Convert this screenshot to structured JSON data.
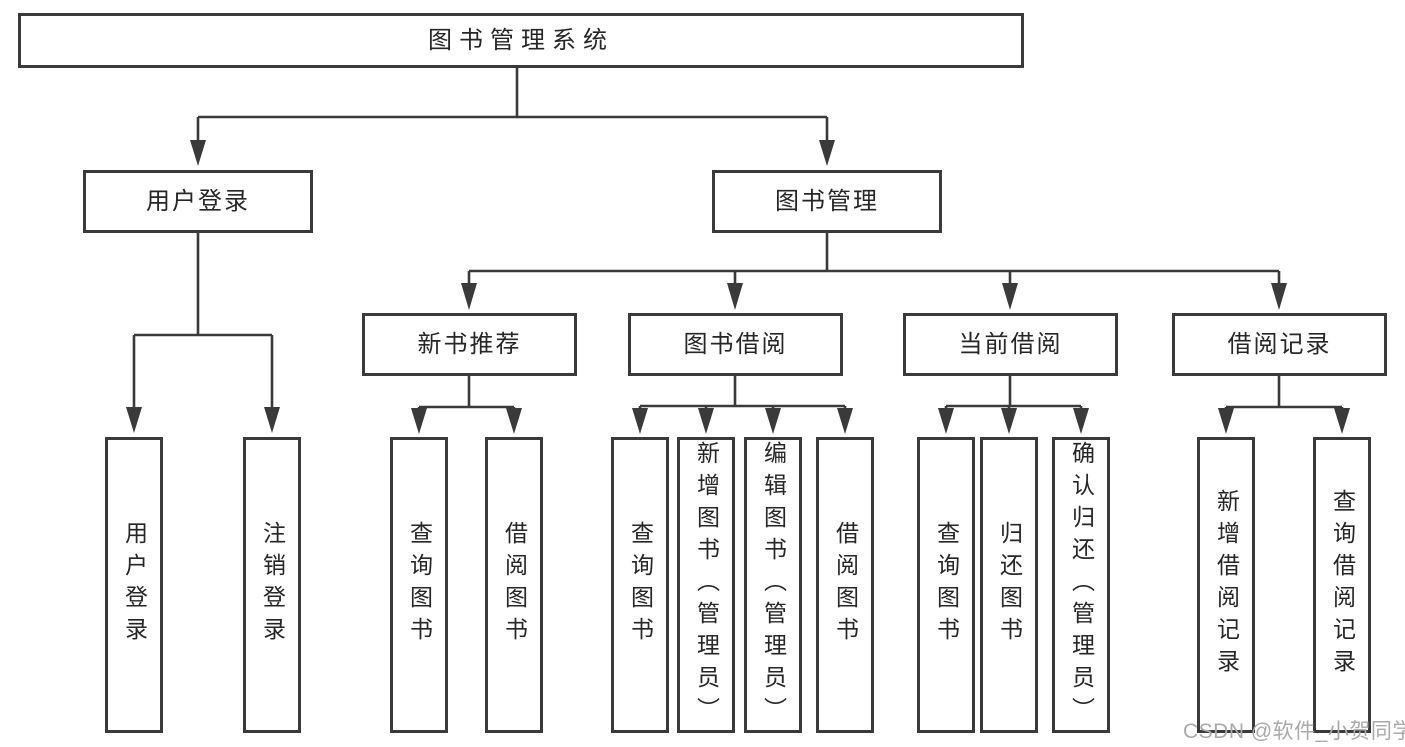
{
  "diagram": {
    "root": {
      "label": "图书管理系统"
    },
    "branches": [
      {
        "label": "用户登录",
        "children": [
          {
            "label": "用户登录"
          },
          {
            "label": "注销登录"
          }
        ]
      },
      {
        "label": "图书管理",
        "children": [
          {
            "label": "新书推荐",
            "children": [
              {
                "label": "查询图书"
              },
              {
                "label": "借阅图书"
              }
            ]
          },
          {
            "label": "图书借阅",
            "children": [
              {
                "label": "查询图书"
              },
              {
                "label": "新增图书（管理员）"
              },
              {
                "label": "编辑图书（管理员）"
              },
              {
                "label": "借阅图书"
              }
            ]
          },
          {
            "label": "当前借阅",
            "children": [
              {
                "label": "查询图书"
              },
              {
                "label": "归还图书"
              },
              {
                "label": "确认归还（管理员）"
              }
            ]
          },
          {
            "label": "借阅记录",
            "children": [
              {
                "label": "新增借阅记录"
              },
              {
                "label": "查询借阅记录"
              }
            ]
          }
        ]
      }
    ]
  },
  "watermark": {
    "text": "CSDN @软件_小贺同学"
  },
  "colors": {
    "line": "#3a3a3a",
    "text": "#262626",
    "watermark": "#aaaaaa",
    "background": "#ffffff"
  }
}
